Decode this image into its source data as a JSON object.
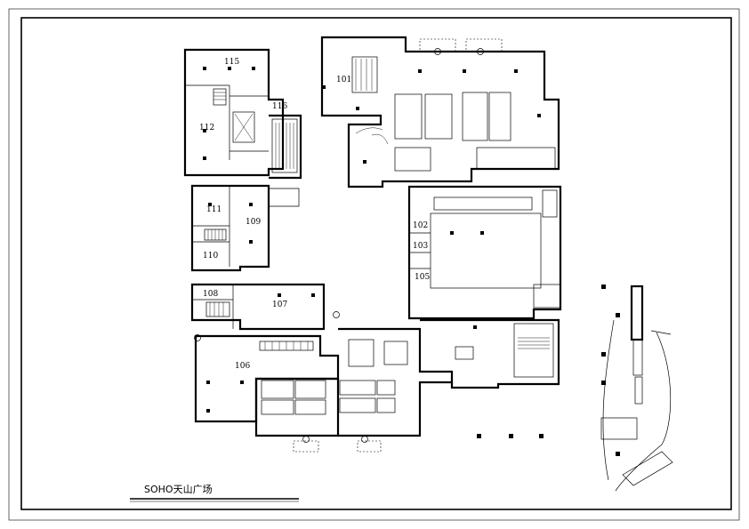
{
  "drawing": {
    "title": "SOHO天山广场"
  },
  "rooms": [
    {
      "id": "r101",
      "label": "101"
    },
    {
      "id": "r102",
      "label": "102"
    },
    {
      "id": "r103",
      "label": "103"
    },
    {
      "id": "r105",
      "label": "105"
    },
    {
      "id": "r106",
      "label": "106"
    },
    {
      "id": "r107",
      "label": "107"
    },
    {
      "id": "r108",
      "label": "108"
    },
    {
      "id": "r109",
      "label": "109"
    },
    {
      "id": "r110",
      "label": "110"
    },
    {
      "id": "r111",
      "label": "111"
    },
    {
      "id": "r112",
      "label": "112"
    },
    {
      "id": "r115",
      "label": "115"
    },
    {
      "id": "r116",
      "label": "116"
    }
  ]
}
